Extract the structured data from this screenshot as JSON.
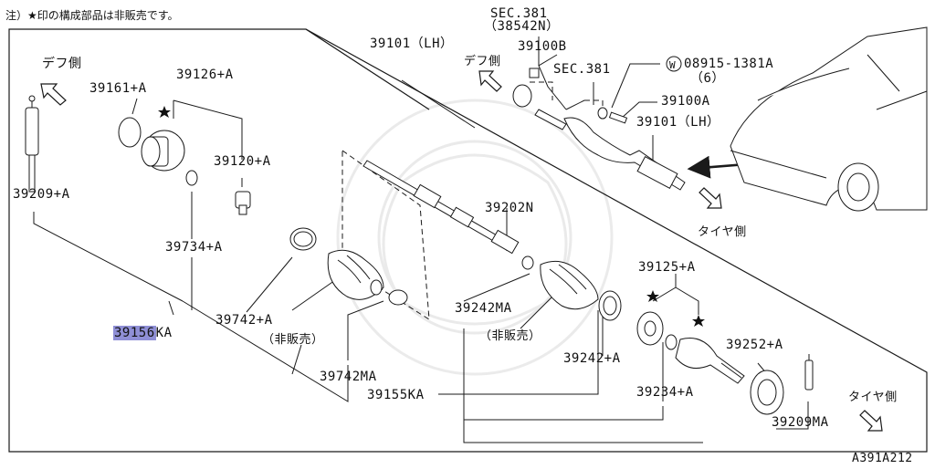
{
  "note": "注）★印の構成部品は非販売です。",
  "labels": {
    "diff_side_left": "デフ側",
    "diff_side_top": "デフ側",
    "tire_side_mid": "タイヤ側",
    "tire_side_right": "タイヤ側",
    "p39161": "39161+A",
    "p39126": "39126+A",
    "p39120": "39120+A",
    "p39209_left": "39209+A",
    "p39734": "39734+A",
    "p39156_hl": "39156",
    "p39156_rest": "KA",
    "p39742": "39742+A",
    "not_sold_1": "（非販売）",
    "p39742ma": "39742MA",
    "p39101_top": "39101（LH）",
    "sec381_a": "SEC.381",
    "p38542n": "（38542N）",
    "p39100b": "39100B",
    "sec381_b": "SEC.381",
    "bolt_spec": "08915-1381A",
    "bolt_qty": "（6）",
    "p39100a": "39100A",
    "p39101_right": "39101（LH）",
    "p39202n": "39202N",
    "p39242ma": "39242MA",
    "not_sold_2": "（非販売）",
    "p39242": "39242+A",
    "p39155ka": "39155KA",
    "p39125": "39125+A",
    "p39252": "39252+A",
    "p39234": "39234+A",
    "p39209ma": "39209MA",
    "diagram_code": "A391A212",
    "washer_symbol": "W"
  },
  "colors": {
    "line": "#1a1a1a",
    "highlight": "#8f8fd6",
    "part_fill": "#ffffff",
    "shade": "#d9d9d9"
  }
}
